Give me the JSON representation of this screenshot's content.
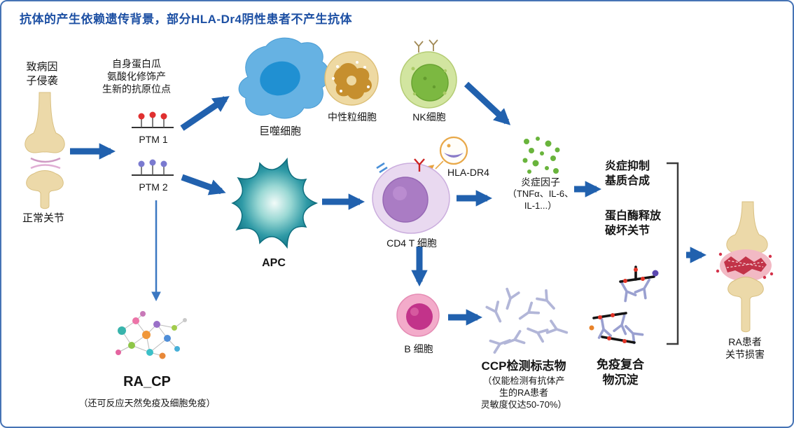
{
  "title": "抗体的产生依赖遗传背景，部分HLA-Dr4阴性患者不产生抗体",
  "left_column": {
    "pathogen_attack": "致病因\n子侵袭",
    "normal_joint": "正常关节"
  },
  "ptm": {
    "citrullination_note": "自身蛋白瓜\n氨酸化修饰产\n生新的抗原位点",
    "ptm1": "PTM 1",
    "ptm2": "PTM 2"
  },
  "cells": {
    "macrophage": "巨噬细胞",
    "neutrophil": "中性粒细胞",
    "nk": "NK细胞",
    "apc": "APC",
    "cd4t": "CD4 T 细胞",
    "hla_dr4": "HLA-DR4",
    "b_cell": "B 细胞"
  },
  "cytokines": {
    "label": "炎症因子",
    "detail": "（TNFα、IL-6、\nIL-1...）"
  },
  "outcomes": {
    "inflammation_effect": "炎症抑制\n基质合成",
    "protease_effect": "蛋白酶释放\n破坏关节",
    "ra_damage": "RA患者\n关节损害"
  },
  "markers": {
    "ccp_title": "CCP检测标志物",
    "ccp_note": "（仅能检测有抗体产\n生的RA患者\n灵敏度仅达50-70%）",
    "immune_complex": "免疫复合\n物沉淀",
    "racp_title": "RA_CP",
    "racp_note": "（还可反应天然免疫及细胞免疫）"
  },
  "colors": {
    "title_text": "#1c4fa3",
    "arrow_blue": "#2161ae",
    "border_blue": "#4673b5",
    "macrophage_body": "#66b2e3",
    "macrophage_nucleus": "#2090d2",
    "neutrophil_body": "#eed9a2",
    "neutrophil_nucleus": "#c68f2e",
    "nk_body": "#d2e5a0",
    "nk_nucleus": "#7cb841",
    "apc_teal": "#16808f",
    "tcell_body": "#e9d9f0",
    "tcell_nucleus": "#aa7cc4",
    "bcell_body": "#f3abca",
    "bcell_nucleus": "#c2338a",
    "cytokine_green": "#69b43c",
    "antibody_lavender": "#b2b6d8",
    "bone_tan": "#ecd9a9",
    "inflamed_red": "#c23348"
  }
}
